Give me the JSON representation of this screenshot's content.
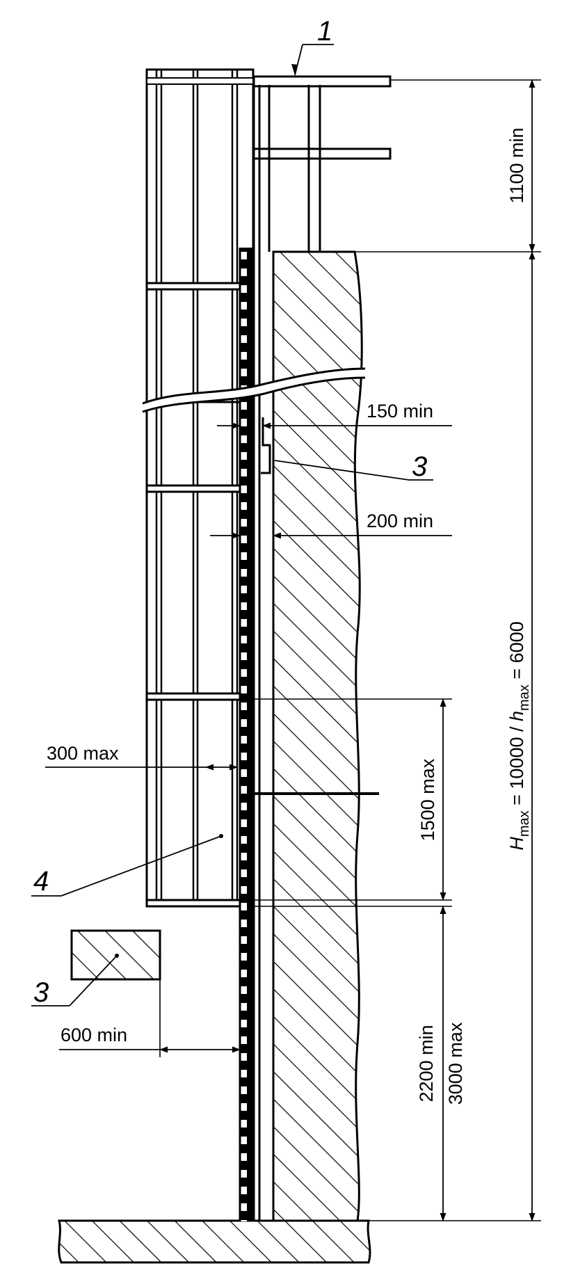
{
  "references": {
    "ref_1": "1",
    "ref_3_upper": "3",
    "ref_3_lower": "3",
    "ref_4": "4"
  },
  "dimensions": {
    "d1100": "1100 min",
    "d150": "150 min",
    "d200": "200 min",
    "d300": "300 max",
    "d1500": "1500 max",
    "d600": "600 min",
    "d2200": "2200 min",
    "d3000": "3000 max",
    "height": {
      "H": "H",
      "H_sub": "max",
      "mid": " = 10000 / ",
      "h": "h",
      "h_sub": "max",
      "tail": " = 6000"
    }
  }
}
